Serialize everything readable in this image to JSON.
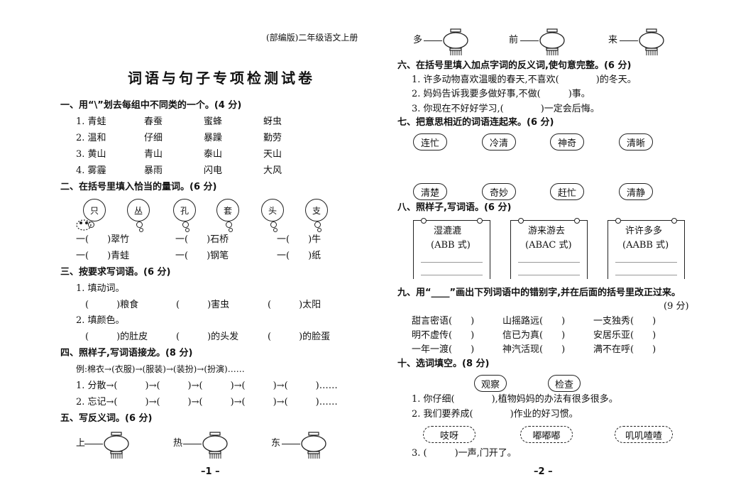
{
  "header_left": "(部编版)二年级语文上册",
  "title": "词语与句子专项检测试卷",
  "s1": {
    "heading": "一、用“\\”划去每组中不同类的一个。(4 分)",
    "rows": [
      [
        "1. 青蛙",
        "春蚕",
        "蜜蜂",
        "蚜虫"
      ],
      [
        "2. 温和",
        "仔细",
        "暴躁",
        "勤劳"
      ],
      [
        "3. 黄山",
        "青山",
        "泰山",
        "天山"
      ],
      [
        "4. 雾霾",
        "暴雨",
        "闪电",
        "大风"
      ]
    ]
  },
  "s2": {
    "heading": "二、在括号里填入恰当的量词。(6 分)",
    "bubbles": [
      "只",
      "丛",
      "孔",
      "套",
      "头",
      "支"
    ],
    "row1": [
      "一(　　)翠竹",
      "一(　　)石桥",
      "一(　　)牛"
    ],
    "row2": [
      "一(　　)青蛙",
      "一(　　)钢笔",
      "一(　　)纸"
    ]
  },
  "s3": {
    "heading": "三、按要求写词语。(6 分)",
    "sub1": "1. 填动词。",
    "row1": [
      "(　　　)粮食",
      "(　　　)害虫",
      "(　　　)太阳"
    ],
    "sub2": "2. 填颜色。",
    "row2": [
      "(　　　)的肚皮",
      "(　　　)的头发",
      "(　　　)的脸蛋"
    ]
  },
  "s4": {
    "heading": "四、照样子,写词语接龙。(8 分)",
    "example": "例:棉衣→(衣服)→(服装)→(装扮)→(扮演)……",
    "items": [
      "1. 分散→(　　　)→(　　　)→(　　　)→(　　　)→(　　　)……",
      "2. 忘记→(　　　)→(　　　)→(　　　)→(　　　)→(　　　)……"
    ]
  },
  "s5": {
    "heading": "五、写反义词。(6 分)",
    "words_left": [
      "上",
      "热",
      "东"
    ],
    "words_right": [
      "多",
      "前",
      "来"
    ]
  },
  "page_left": "–1 –",
  "s6": {
    "heading": "六、在括号里填入加点字词的反义词,使句意完整。(6 分)",
    "items": [
      "1. 许多动物喜欢温暖的春天,不喜欢(　　　　)的冬天。",
      "2. 妈妈告诉我要多做好事,不做(　　　)事。",
      "3. 你现在不好好学习,(　　　　)一定会后悔。"
    ]
  },
  "s7": {
    "heading": "七、把意思相近的词语连起来。(6 分)",
    "top": [
      "连忙",
      "冷清",
      "神奇",
      "清晰"
    ],
    "bottom": [
      "清楚",
      "奇妙",
      "赶忙",
      "清静"
    ]
  },
  "s8": {
    "heading": "八、照样子,写词语。(6 分)",
    "boards": [
      {
        "word": "湿漉漉",
        "pattern": "(ABB 式)"
      },
      {
        "word": "游来游去",
        "pattern": "(ABAC 式)"
      },
      {
        "word": "许许多多",
        "pattern": "(AABB 式)"
      }
    ]
  },
  "s9": {
    "heading": "九、用“____”画出下列词语中的错别字,并在后面的括号里改正过来。",
    "score": "(9 分)",
    "rows": [
      [
        "甜言密语(　　)",
        "山摇路远(　　)",
        "一支独秀(　　)"
      ],
      [
        "明不虚传(　　)",
        "信已为真(　　)",
        "安居乐亚(　　)"
      ],
      [
        "一年一渡(　　)",
        "神汽活现(　　)",
        "满不在呼(　　)"
      ]
    ]
  },
  "s10": {
    "heading": "十、选词填空。(8 分)",
    "choices1": [
      "观察",
      "检查"
    ],
    "items1": [
      "1. 你仔细(　　　　),植物妈妈的办法有很多很多。",
      "2. 我们要养成(　　　　)作业的好习惯。"
    ],
    "choices2": [
      "吱呀",
      "嘟嘟嘟",
      "叽叽喳喳"
    ],
    "item3": "3. (　　　)一声,门开了。"
  },
  "page_right": "–2 –"
}
